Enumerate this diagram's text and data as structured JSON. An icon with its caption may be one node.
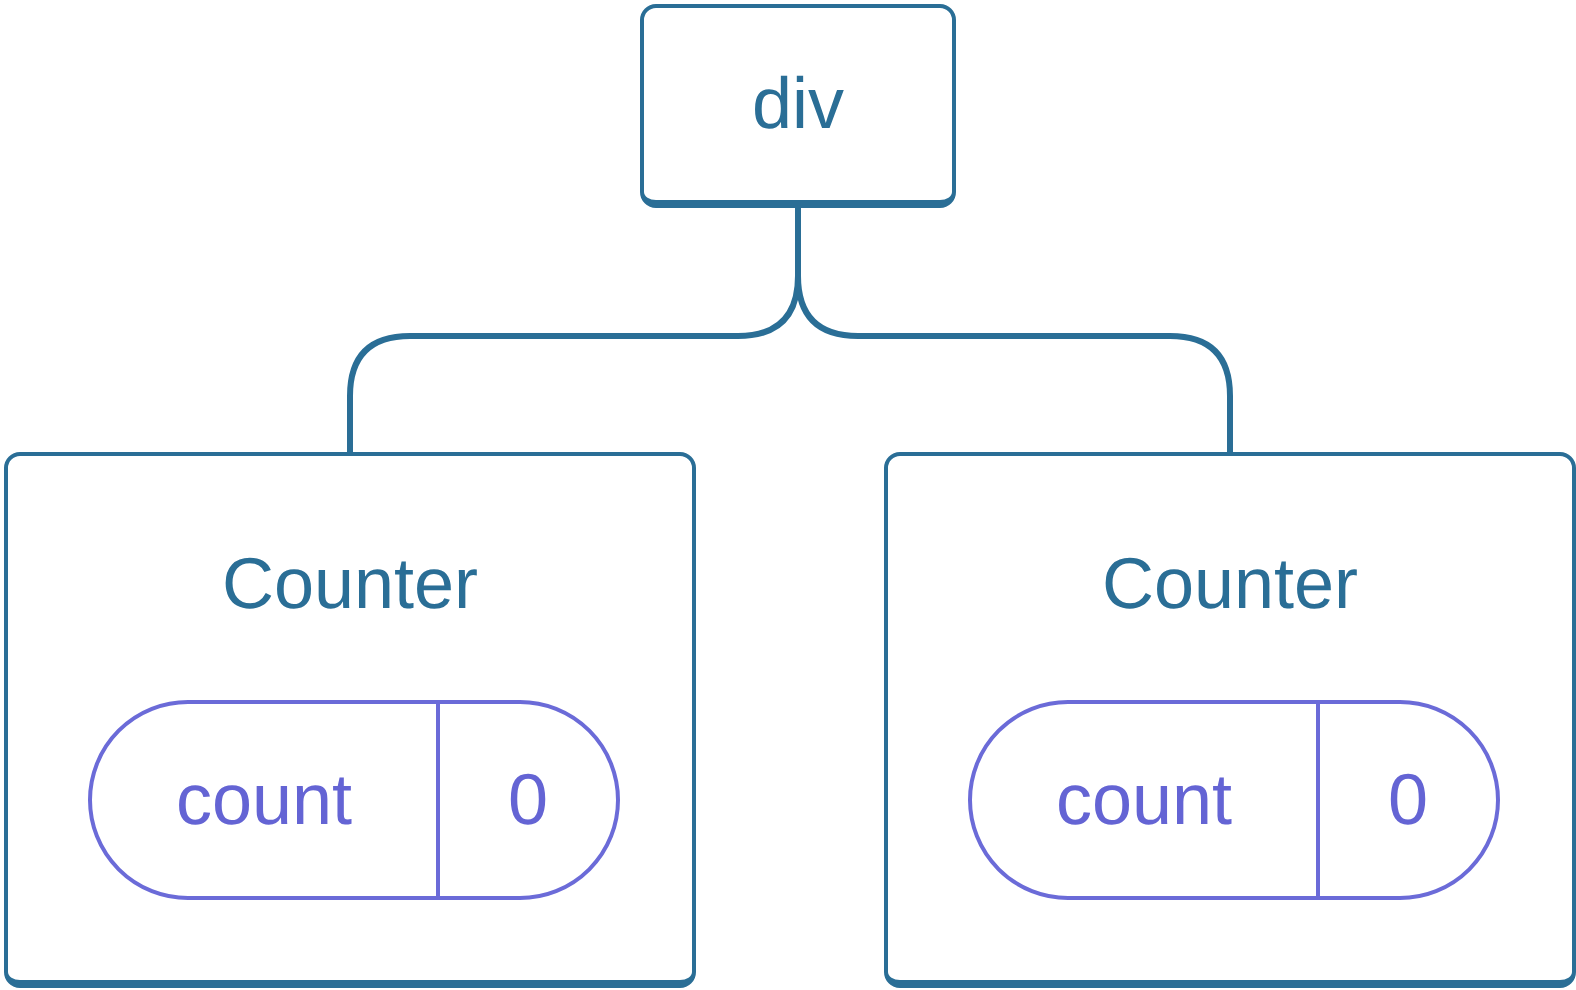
{
  "diagram": {
    "nodes": [
      {
        "text": [
          "div"
        ]
      },
      {
        "text": [
          "Counter"
        ]
      },
      {
        "text": [
          "count",
          "0"
        ],
        "in": 1
      },
      {
        "text": [
          "Counter"
        ]
      },
      {
        "text": [
          "count",
          "0"
        ],
        "in": 3
      }
    ],
    "edges": [
      {
        "from": 0,
        "to": 1,
        "arrow": "none"
      },
      {
        "from": 0,
        "to": 3,
        "arrow": "none"
      }
    ]
  }
}
